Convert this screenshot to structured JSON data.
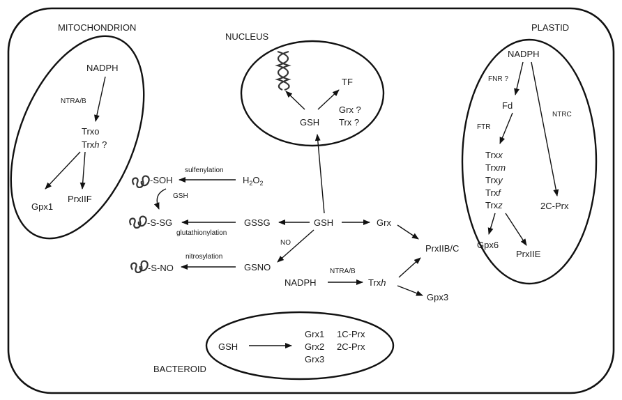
{
  "compartments": {
    "mitochondrion": "MITOCHONDRION",
    "nucleus": "NUCLEUS",
    "plastid": "PLASTID",
    "bacteroid": "BACTEROID"
  },
  "mito": {
    "nadph": "NADPH",
    "ntra_b": "NTRA/B",
    "trxo": "Trxo",
    "trxh_prefix": "Trx",
    "trxh_italic": "h",
    "trxh_q": " ?",
    "gpx1": "Gpx1",
    "prxiif": "PrxIIF"
  },
  "nucleus": {
    "tf": "TF",
    "gsh": "GSH",
    "grx_q": "Grx ?",
    "trx_q": "Trx ?"
  },
  "plastid": {
    "nadph": "NADPH",
    "fnr_q": "FNR ?",
    "fd": "Fd",
    "ftr": "FTR",
    "ntrc": "NTRC",
    "trx_prefix": "Trx",
    "trx_variants": [
      "x",
      "m",
      "y",
      "f",
      "z"
    ],
    "prx2c": "2C-Prx",
    "gpx6": "Gpx6",
    "prxiie": "PrxIIE"
  },
  "cytosol": {
    "soh": "-SOH",
    "sulfenylation": "sulfenylation",
    "h2o2_base": "H",
    "h2o2_sub": "2",
    "h2o2_o": "O",
    "gsh_small": "GSH",
    "ssg": "-S-SG",
    "gssg": "GSSG",
    "glutathionylation": "glutathionylation",
    "gsh": "GSH",
    "grx": "Grx",
    "no": "NO",
    "sno": "-S-NO",
    "nitrosylation": "nitrosylation",
    "gsno": "GSNO",
    "nadph": "NADPH",
    "ntra_b": "NTRA/B",
    "trxh_prefix": "Trx",
    "trxh_italic": "h",
    "prxiib_c": "PrxIIB/C",
    "gpx3": "Gpx3"
  },
  "bacteroid": {
    "gsh": "GSH",
    "grx1": "Grx1",
    "grx2": "Grx2",
    "grx3": "Grx3",
    "prx1c": "1C-Prx",
    "prx2c": "2C-Prx"
  }
}
